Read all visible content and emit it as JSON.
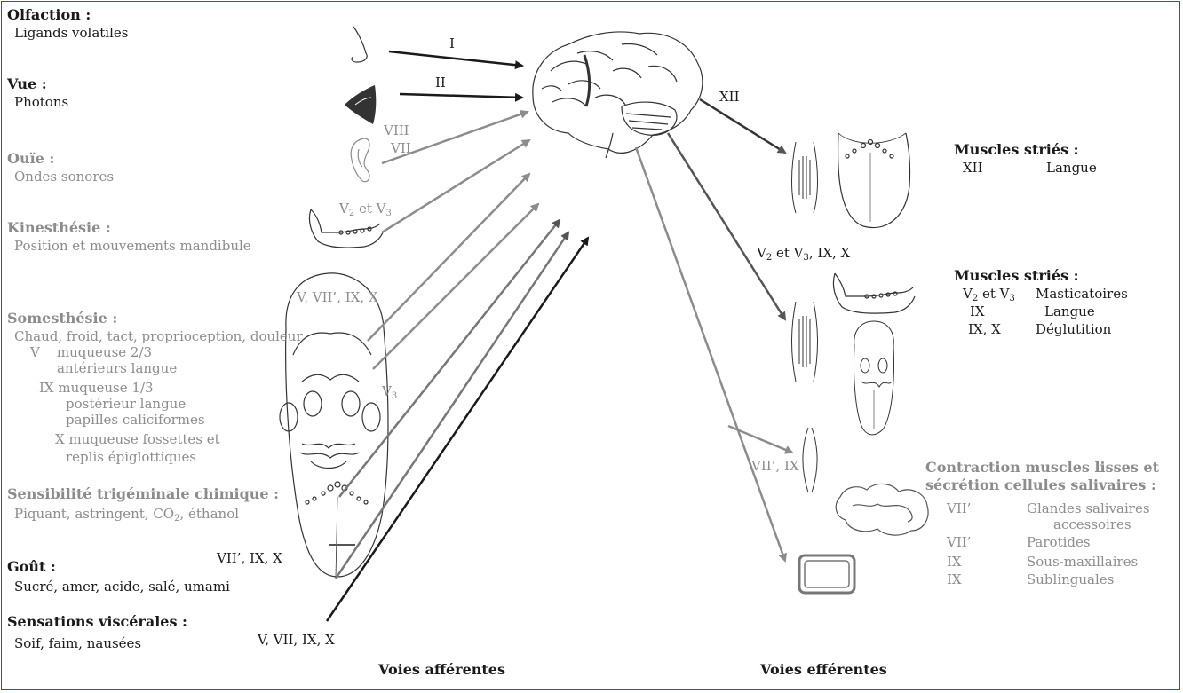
{
  "afferent": {
    "olfaction": {
      "title": "Olfaction :",
      "desc": "Ligands volatiles",
      "nerve": "I"
    },
    "vue": {
      "title": "Vue :",
      "desc": "Photons",
      "nerve": "II"
    },
    "ouie": {
      "title": "Ouïe :",
      "desc": "Ondes sonores",
      "nerve_a": "VIII",
      "nerve_b": "VII"
    },
    "kinesthesie": {
      "title": "Kinesthésie :",
      "desc": "Position et mouvements mandibule",
      "nerve_main": "V",
      "nerve_sub1": "2",
      "nerve_mid": " et V",
      "nerve_sub2": "3"
    },
    "somesthesie": {
      "title": "Somesthésie :",
      "lines": [
        "Chaud, froid, tact, proprioception, douleur",
        "V    muqueuse 2/3",
        "antérieurs langue",
        "IX muqueuse 1/3",
        "postérieur langue",
        "papilles caliciformes",
        "X muqueuse fossettes et",
        "replis épiglottiques"
      ],
      "nerves": "V, VII’, IX, X",
      "v3_main": "V",
      "v3_sub": "3"
    },
    "trigeminal": {
      "title": "Sensibilité trigéminale chimique :",
      "desc_a": "Piquant, astringent, CO",
      "desc_sub": "2",
      "desc_b": ", éthanol"
    },
    "gout": {
      "title": "Goût :",
      "desc": "Sucré, amer, acide, salé, umami",
      "nerves": "VII’, IX, X"
    },
    "viscerales": {
      "title": "Sensations viscérales :",
      "desc": "Soif, faim, nausées",
      "nerves": "V, VII, IX, X"
    },
    "footer": "Voies afférentes"
  },
  "efferent": {
    "xii_arrow": "XII",
    "muscles1": {
      "title": "Muscles striés :",
      "nerve": "XII",
      "target": "Langue"
    },
    "mid_arrow": {
      "main": "V",
      "sub1": "2",
      "mid": " et V",
      "sub2": "3",
      "tail": ", IX, X"
    },
    "muscles2": {
      "title": "Muscles striés :",
      "row1_main": "V",
      "row1_sub1": "2",
      "row1_mid": " et V",
      "row1_sub2": "3",
      "row1_target": "Masticatoires",
      "row2_nerve": "IX",
      "row2_target": "Langue",
      "row3_nerve": "IX, X",
      "row3_target": "Déglutition"
    },
    "lisses_arrow": "VII’, IX",
    "contraction": {
      "title_a": "Contraction muscles lisses et",
      "title_b": "sécrétion cellules salivaires :",
      "rows": [
        {
          "nerve": "VII’",
          "target": "Glandes salivaires"
        },
        {
          "nerve": "",
          "target": "accessoires"
        },
        {
          "nerve": "VII’",
          "target": "Parotides"
        },
        {
          "nerve": "IX",
          "target": "Sous-maxillaires"
        },
        {
          "nerve": "IX",
          "target": "Sublinguales"
        }
      ]
    },
    "footer": "Voies efférentes"
  },
  "colors": {
    "dark": "#1a1a1a",
    "gray": "#8c8c8c",
    "frame": "#2a5a8c"
  }
}
